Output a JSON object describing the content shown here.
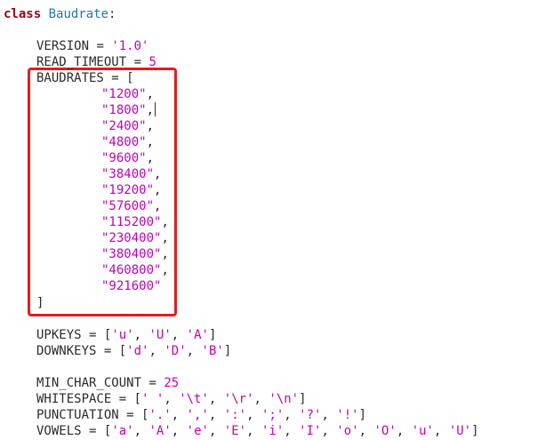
{
  "code": {
    "class_keyword": "class",
    "class_name": "Baudrate",
    "class_colon": ":",
    "version_name": "VERSION",
    "eq": " = ",
    "version_value": "'1.0'",
    "read_timeout_name": "READ_TIMEOUT",
    "read_timeout_value": "5",
    "baudrates_name": "BAUDRATES",
    "open_bracket": "[",
    "close_bracket": "]",
    "baudrates": [
      "\"1200\"",
      "\"1800\"",
      "\"2400\"",
      "\"4800\"",
      "\"9600\"",
      "\"38400\"",
      "\"19200\"",
      "\"57600\"",
      "\"115200\"",
      "\"230400\"",
      "\"380400\"",
      "\"460800\"",
      "\"921600\""
    ],
    "comma": ",",
    "upkeys_name": "UPKEYS",
    "upkeys": [
      "'u'",
      "'U'",
      "'A'"
    ],
    "downkeys_name": "DOWNKEYS",
    "downkeys": [
      "'d'",
      "'D'",
      "'B'"
    ],
    "min_char_count_name": "MIN_CHAR_COUNT",
    "min_char_count_value": "25",
    "whitespace_name": "WHITESPACE",
    "whitespace": [
      "' '",
      "'\\t'",
      "'\\r'",
      "'\\n'"
    ],
    "punctuation_name": "PUNCTUATION",
    "punctuation": [
      "'.'",
      "','",
      "':'",
      "';'",
      "'?'",
      "'!'"
    ],
    "vowels_name": "VOWELS",
    "vowels": [
      "'a'",
      "'A'",
      "'e'",
      "'E'",
      "'i'",
      "'I'",
      "'o'",
      "'O'",
      "'u'",
      "'U'"
    ]
  },
  "colors": {
    "keyword": "#a0001a",
    "class_name": "#1f77b4",
    "string": "#c300b8",
    "highlight_border": "#e31c1c"
  }
}
